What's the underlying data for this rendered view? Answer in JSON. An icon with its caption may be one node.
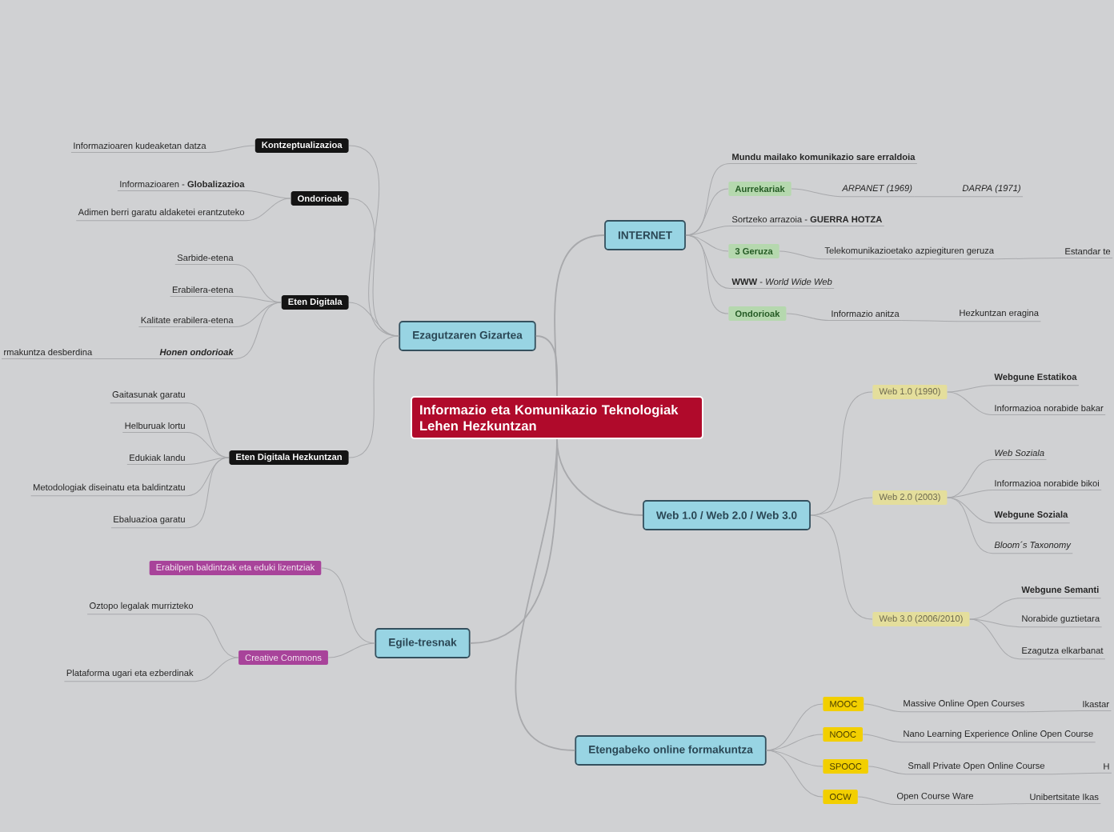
{
  "diagram": {
    "nodes": [
      {
        "text": [
          "Informazio eta Komunikazio Teknologiak Lehen Hezkuntzan"
        ]
      },
      {
        "text": [
          "INTERNET"
        ]
      },
      {
        "text": [
          "Ezagutzaren Gizartea"
        ]
      },
      {
        "text": [
          "Web 1.0 / Web 2.0 / Web 3.0"
        ]
      },
      {
        "text": [
          "Egile-tresnak"
        ]
      },
      {
        "text": [
          "Etengabeko online formakuntza"
        ]
      },
      {
        "text": [
          "Mundu mailako komunikazio sare erraldoia"
        ]
      },
      {
        "text": [
          "Aurrekariak"
        ]
      },
      {
        "text": [
          "ARPANET (1969)"
        ]
      },
      {
        "text": [
          "DARPA (1971)"
        ]
      },
      {
        "text": [
          "Sortzeko arrazoia - **GUERRA HOTZA**"
        ]
      },
      {
        "text": [
          "3 Geruza"
        ]
      },
      {
        "text": [
          "Telekomunikazioetako azpiegituren geruza"
        ]
      },
      {
        "text": [
          "Estandar te"
        ]
      },
      {
        "text": [
          "**WWW** - *World Wide Web*"
        ]
      },
      {
        "text": [
          "Ondorioak"
        ]
      },
      {
        "text": [
          "Informazio anitza"
        ]
      },
      {
        "text": [
          "Hezkuntzan eragina"
        ]
      },
      {
        "text": [
          "Web 1.0 (1990)"
        ]
      },
      {
        "text": [
          "Webgune Estatikoa"
        ]
      },
      {
        "text": [
          "Informazioa norabide bakar"
        ]
      },
      {
        "text": [
          "Web 2.0 (2003)"
        ]
      },
      {
        "text": [
          "Web Soziala"
        ]
      },
      {
        "text": [
          "Informazioa norabide bikoi"
        ]
      },
      {
        "text": [
          "Webgune Soziala"
        ]
      },
      {
        "text": [
          "Bloom´s Taxonomy"
        ]
      },
      {
        "text": [
          "Web 3.0 (2006/2010)"
        ]
      },
      {
        "text": [
          "Webgune Semanti"
        ]
      },
      {
        "text": [
          "Norabide guztietara"
        ]
      },
      {
        "text": [
          "Ezagutza elkarbanat"
        ]
      },
      {
        "text": [
          "MOOC"
        ]
      },
      {
        "text": [
          "Massive Online Open Courses"
        ]
      },
      {
        "text": [
          "Ikastar"
        ]
      },
      {
        "text": [
          "NOOC"
        ]
      },
      {
        "text": [
          "Nano Learning Experience Online Open Course"
        ]
      },
      {
        "text": [
          "SPOOC"
        ]
      },
      {
        "text": [
          "Small Private Open Online Course"
        ]
      },
      {
        "text": [
          "H"
        ]
      },
      {
        "text": [
          "OCW"
        ]
      },
      {
        "text": [
          "Open Course Ware"
        ]
      },
      {
        "text": [
          "Unibertsitate Ikas"
        ]
      },
      {
        "text": [
          "Kontzeptualizazioa"
        ]
      },
      {
        "text": [
          "Informazioaren kudeaketan datza"
        ]
      },
      {
        "text": [
          "Ondorioak"
        ]
      },
      {
        "text": [
          "Informazioaren - **Globalizazioa**"
        ]
      },
      {
        "text": [
          "Adimen berri garatu aldaketei erantzuteko"
        ]
      },
      {
        "text": [
          "Eten Digitala"
        ]
      },
      {
        "text": [
          "Sarbide-etena"
        ]
      },
      {
        "text": [
          "Erabilera-etena"
        ]
      },
      {
        "text": [
          "Kalitate erabilera-etena"
        ]
      },
      {
        "text": [
          "Honen ondorioak"
        ]
      },
      {
        "text": [
          "rmakuntza desberdina"
        ]
      },
      {
        "text": [
          "Eten Digitala Hezkuntzan"
        ]
      },
      {
        "text": [
          "Gaitasunak garatu"
        ]
      },
      {
        "text": [
          "Helburuak lortu"
        ]
      },
      {
        "text": [
          "Edukiak landu"
        ]
      },
      {
        "text": [
          "Metodologiak diseinatu eta baldintzatu"
        ]
      },
      {
        "text": [
          "Ebaluazioa garatu"
        ]
      },
      {
        "text": [
          "Erabilpen baldintzak eta eduki lizentziak"
        ]
      },
      {
        "text": [
          "Creative Commons"
        ]
      },
      {
        "text": [
          "Oztopo legalak murrizteko"
        ]
      },
      {
        "text": [
          "Plataforma ugari eta ezberdinak"
        ]
      }
    ],
    "edges": [
      {
        "from": 0,
        "to": 1,
        "arrow": "none"
      },
      {
        "from": 0,
        "to": 2,
        "arrow": "none"
      },
      {
        "from": 0,
        "to": 3,
        "arrow": "none"
      },
      {
        "from": 0,
        "to": 4,
        "arrow": "none"
      },
      {
        "from": 0,
        "to": 5,
        "arrow": "none"
      },
      {
        "from": 1,
        "to": 6,
        "arrow": "none"
      },
      {
        "from": 1,
        "to": 7,
        "arrow": "none"
      },
      {
        "from": 7,
        "to": 8,
        "arrow": "none"
      },
      {
        "from": 8,
        "to": 9,
        "arrow": "none"
      },
      {
        "from": 1,
        "to": 10,
        "arrow": "none"
      },
      {
        "from": 1,
        "to": 11,
        "arrow": "none"
      },
      {
        "from": 11,
        "to": 12,
        "arrow": "none"
      },
      {
        "from": 12,
        "to": 13,
        "arrow": "none"
      },
      {
        "from": 1,
        "to": 14,
        "arrow": "none"
      },
      {
        "from": 1,
        "to": 15,
        "arrow": "none"
      },
      {
        "from": 15,
        "to": 16,
        "arrow": "none"
      },
      {
        "from": 16,
        "to": 17,
        "arrow": "none"
      },
      {
        "from": 3,
        "to": 18,
        "arrow": "none"
      },
      {
        "from": 18,
        "to": 19,
        "arrow": "none"
      },
      {
        "from": 18,
        "to": 20,
        "arrow": "none"
      },
      {
        "from": 3,
        "to": 21,
        "arrow": "none"
      },
      {
        "from": 21,
        "to": 22,
        "arrow": "none"
      },
      {
        "from": 21,
        "to": 23,
        "arrow": "none"
      },
      {
        "from": 21,
        "to": 24,
        "arrow": "none"
      },
      {
        "from": 21,
        "to": 25,
        "arrow": "none"
      },
      {
        "from": 3,
        "to": 26,
        "arrow": "none"
      },
      {
        "from": 26,
        "to": 27,
        "arrow": "none"
      },
      {
        "from": 26,
        "to": 28,
        "arrow": "none"
      },
      {
        "from": 26,
        "to": 29,
        "arrow": "none"
      },
      {
        "from": 5,
        "to": 30,
        "arrow": "none"
      },
      {
        "from": 30,
        "to": 31,
        "arrow": "none"
      },
      {
        "from": 31,
        "to": 32,
        "arrow": "none"
      },
      {
        "from": 5,
        "to": 33,
        "arrow": "none"
      },
      {
        "from": 33,
        "to": 34,
        "arrow": "none"
      },
      {
        "from": 5,
        "to": 35,
        "arrow": "none"
      },
      {
        "from": 35,
        "to": 36,
        "arrow": "none"
      },
      {
        "from": 36,
        "to": 37,
        "arrow": "none"
      },
      {
        "from": 5,
        "to": 38,
        "arrow": "none"
      },
      {
        "from": 38,
        "to": 39,
        "arrow": "none"
      },
      {
        "from": 39,
        "to": 40,
        "arrow": "none"
      },
      {
        "from": 2,
        "to": 41,
        "arrow": "none"
      },
      {
        "from": 41,
        "to": 42,
        "arrow": "none"
      },
      {
        "from": 2,
        "to": 43,
        "arrow": "none"
      },
      {
        "from": 43,
        "to": 44,
        "arrow": "none"
      },
      {
        "from": 43,
        "to": 45,
        "arrow": "none"
      },
      {
        "from": 2,
        "to": 46,
        "arrow": "none"
      },
      {
        "from": 46,
        "to": 47,
        "arrow": "none"
      },
      {
        "from": 46,
        "to": 48,
        "arrow": "none"
      },
      {
        "from": 46,
        "to": 49,
        "arrow": "none"
      },
      {
        "from": 46,
        "to": 50,
        "arrow": "none"
      },
      {
        "from": 50,
        "to": 51,
        "arrow": "none"
      },
      {
        "from": 2,
        "to": 52,
        "arrow": "none"
      },
      {
        "from": 52,
        "to": 53,
        "arrow": "none"
      },
      {
        "from": 52,
        "to": 54,
        "arrow": "none"
      },
      {
        "from": 52,
        "to": 55,
        "arrow": "none"
      },
      {
        "from": 52,
        "to": 56,
        "arrow": "none"
      },
      {
        "from": 52,
        "to": 57,
        "arrow": "none"
      },
      {
        "from": 4,
        "to": 58,
        "arrow": "none"
      },
      {
        "from": 4,
        "to": 59,
        "arrow": "none"
      },
      {
        "from": 59,
        "to": 60,
        "arrow": "none"
      },
      {
        "from": 59,
        "to": 61,
        "arrow": "none"
      }
    ]
  }
}
